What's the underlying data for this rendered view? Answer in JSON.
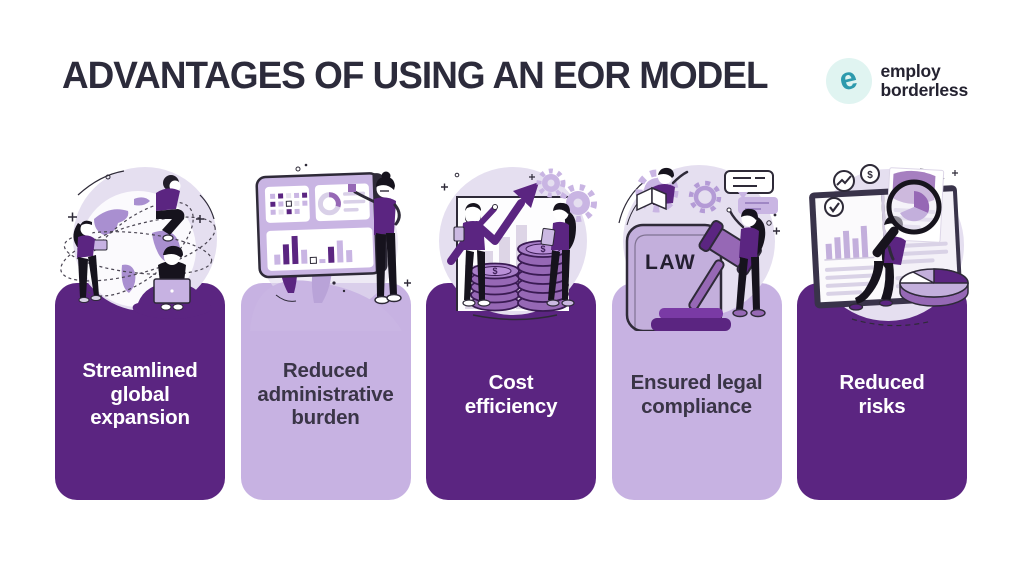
{
  "header": {
    "title": "ADVANTAGES OF USING AN EOR MODEL",
    "logo": {
      "mark": "e",
      "line1": "employ",
      "line2": "borderless"
    }
  },
  "colors": {
    "dark_card": "#5b2581",
    "light_card": "#c7b2e2",
    "title_text": "#2c2b3b",
    "dark_label_text": "#3a3547",
    "light_label_text": "#ffffff",
    "logo_teal": "#2d9aad",
    "logo_circle_bg": "#e0f4f1",
    "illustration_mid_purple": "#9668b5",
    "illustration_pale_circle": "#e5dff0",
    "outline": "#2e2a38"
  },
  "cards": [
    {
      "id": "streamlined-global-expansion",
      "variant": "dark",
      "illustration": "globe-people",
      "lines": [
        "Streamlined",
        "global",
        "expansion"
      ]
    },
    {
      "id": "reduced-administrative-burden",
      "variant": "light",
      "illustration": "dashboard-presenter",
      "lines": [
        "Reduced",
        "administrative",
        "burden"
      ]
    },
    {
      "id": "cost-efficiency",
      "variant": "dark",
      "illustration": "coins-growth-chart",
      "lines": [
        "Cost",
        "efficiency"
      ]
    },
    {
      "id": "ensured-legal-compliance",
      "variant": "light",
      "illustration": "law-gavel",
      "lines": [
        "Ensured legal",
        "compliance"
      ]
    },
    {
      "id": "reduced-risks",
      "variant": "dark",
      "illustration": "magnifier-analysis",
      "lines": [
        "Reduced",
        "risks"
      ]
    }
  ],
  "illustration_text": {
    "law_label": "LAW",
    "coin_symbol": "$",
    "dollar_badge": "$"
  }
}
